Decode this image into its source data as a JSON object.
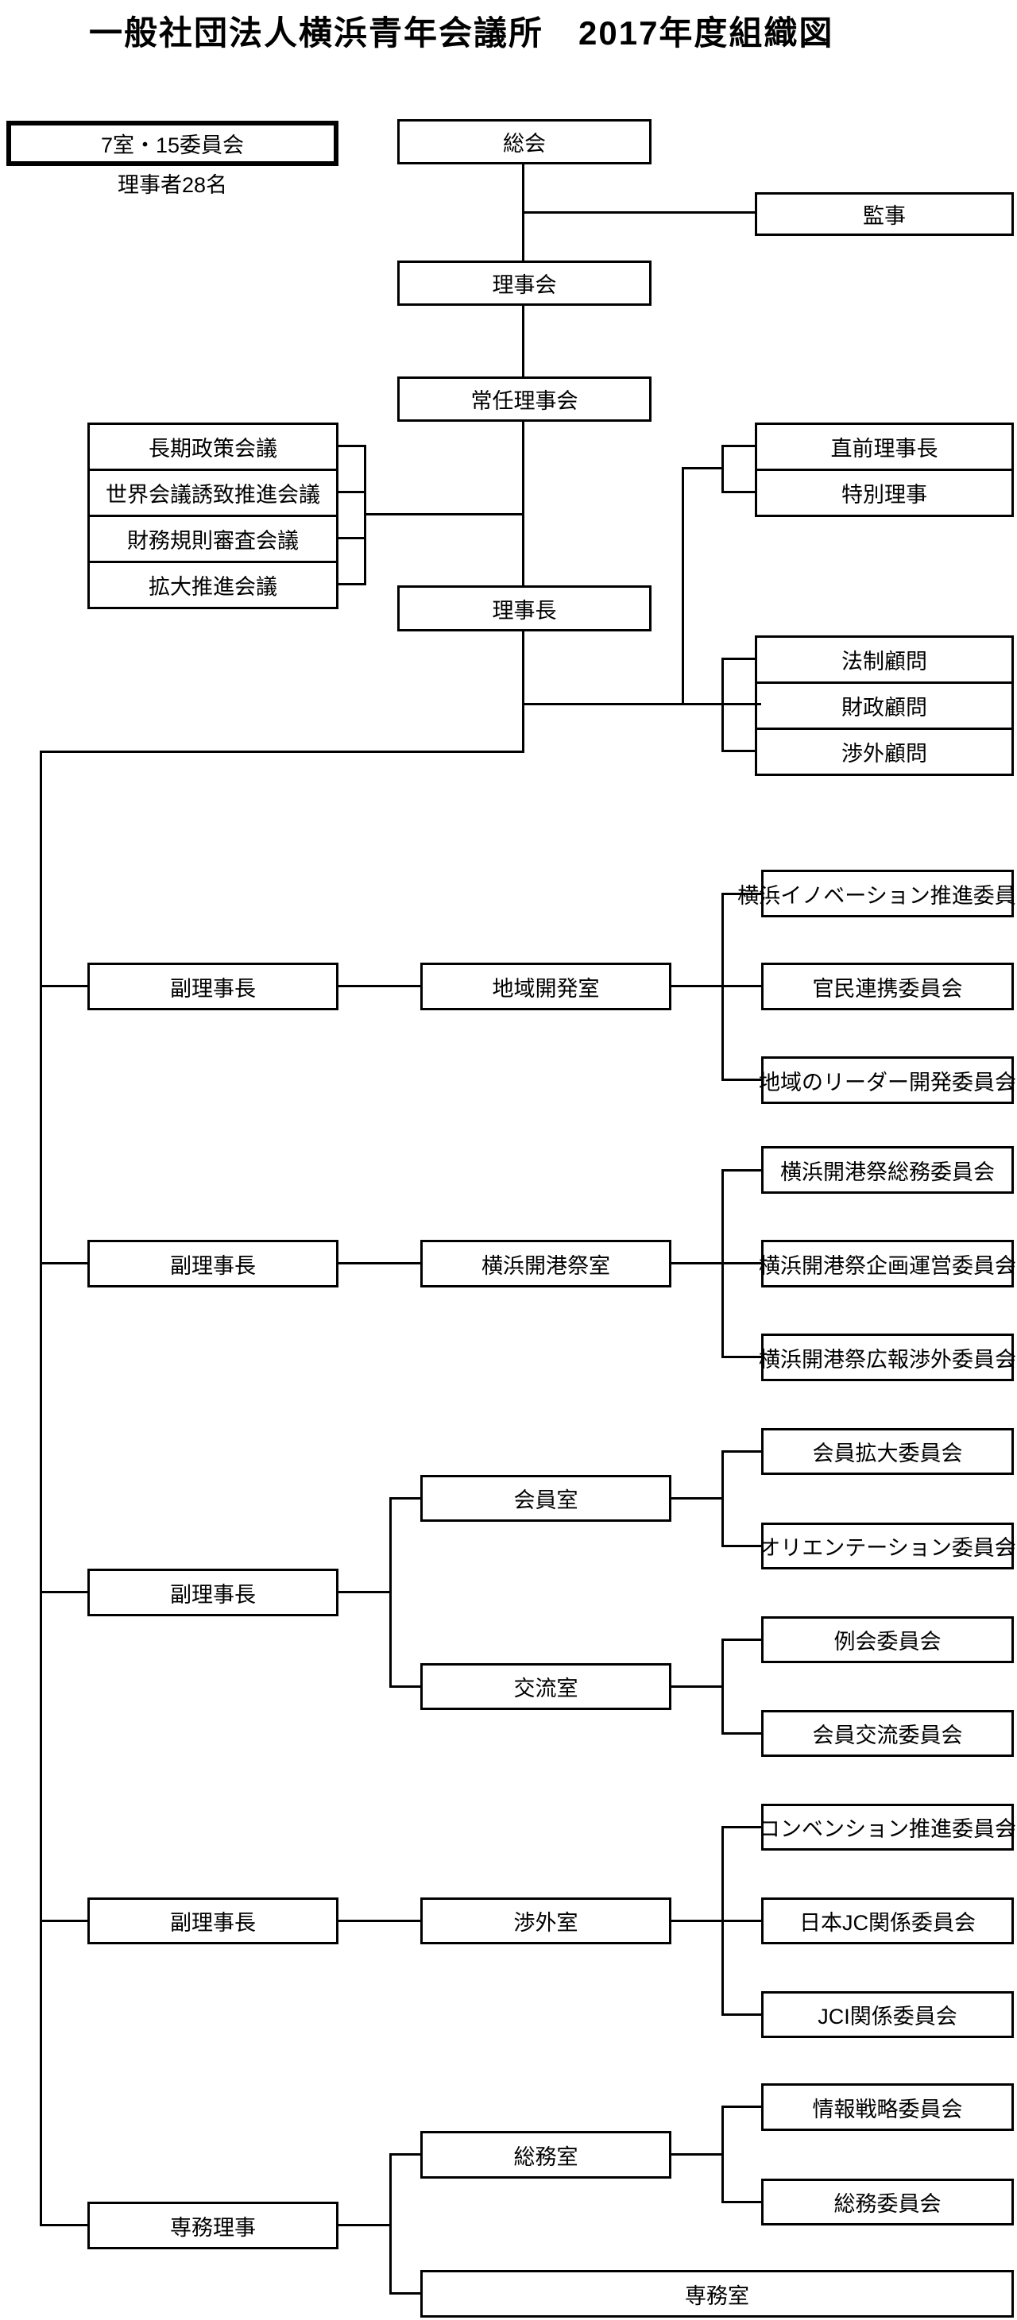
{
  "title": "一般社団法人横浜青年会議所　2017年度組織図",
  "legend": {
    "label": "7室・15委員会",
    "note": "理事者28名"
  },
  "top": {
    "general_meeting": "総会",
    "auditor": "監事",
    "board": "理事会",
    "standing_board": "常任理事会",
    "chairman": "理事長"
  },
  "councils": {
    "long_term": "長期政策会議",
    "world_conference": "世界会議誘致推進会議",
    "finance_rules": "財務規則審査会議",
    "expansion": "拡大推進会議"
  },
  "officers": {
    "immediate_past_chairman": "直前理事長",
    "special_director": "特別理事",
    "vice_chairman": "副理事長",
    "executive_director": "専務理事"
  },
  "advisors": {
    "legal": "法制顧問",
    "fiscal": "財政顧問",
    "external": "渉外顧問"
  },
  "rooms": {
    "regional_dev": "地域開発室",
    "port_festival": "横浜開港祭室",
    "membership": "会員室",
    "exchange": "交流室",
    "external_affairs": "渉外室",
    "general_affairs": "総務室",
    "executive_office": "専務室"
  },
  "committees": {
    "innovation": "横浜イノベーション推進委員会",
    "public_private": "官民連携委員会",
    "regional_leader": "地域のリーダー開発委員会",
    "pf_general": "横浜開港祭総務委員会",
    "pf_planning": "横浜開港祭企画運営委員会",
    "pf_pr": "横浜開港祭広報渉外委員会",
    "member_expansion": "会員拡大委員会",
    "orientation": "オリエンテーション委員会",
    "regular_meeting": "例会委員会",
    "member_exchange": "会員交流委員会",
    "convention": "コンベンション推進委員会",
    "japan_jc": "日本JC関係委員会",
    "jci": "JCI関係委員会",
    "info_strategy": "情報戦略委員会",
    "general_affairs_committee": "総務委員会"
  },
  "colors": {
    "background": "#ffffff",
    "line": "#000000",
    "text": "#000000"
  }
}
